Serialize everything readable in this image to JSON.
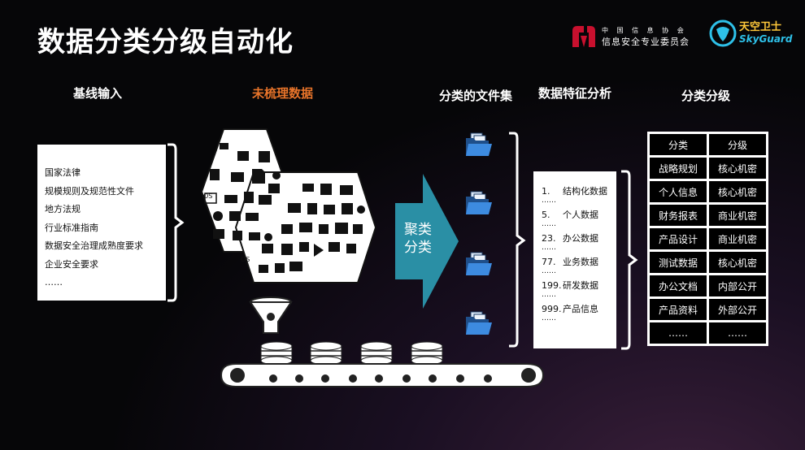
{
  "title": "数据分类分级自动化",
  "logos": {
    "org_line1": "中 国 信 息 协 会",
    "org_line2": "信息安全专业委员会",
    "brand_cn": "天空卫士",
    "brand_en": "SkyGuard"
  },
  "headers": {
    "baseline": "基线输入",
    "unsorted": "未梳理数据",
    "file_sets": "分类的文件集",
    "feature": "数据特征分析",
    "grading": "分类分级"
  },
  "baseline_items": [
    "国家法律",
    "规模规则及规范性文件",
    "地方法规",
    "行业标准指南",
    "数据安全治理成熟度要求",
    "企业安全要求",
    "……"
  ],
  "cluster_label": {
    "line1": "聚类",
    "line2": "分类"
  },
  "features": [
    {
      "num": "1.",
      "name": "结构化数据"
    },
    {
      "num": "5.",
      "name": "个人数据"
    },
    {
      "num": "23.",
      "name": "办公数据"
    },
    {
      "num": "77.",
      "name": "业务数据"
    },
    {
      "num": "199.",
      "name": "研发数据"
    },
    {
      "num": "999.",
      "name": "产品信息"
    }
  ],
  "feature_ellipsis": "……",
  "table": {
    "headers": [
      "分类",
      "分级"
    ],
    "rows": [
      [
        "战略规划",
        "核心机密"
      ],
      [
        "个人信息",
        "核心机密"
      ],
      [
        "财务报表",
        "商业机密"
      ],
      [
        "产品设计",
        "商业机密"
      ],
      [
        "测试数据",
        "核心机密"
      ],
      [
        "办公文档",
        "内部公开"
      ],
      [
        "产品资料",
        "外部公开"
      ],
      [
        "……",
        "……"
      ]
    ]
  },
  "icon_os": "OS",
  "colors": {
    "accent_orange": "#e8742a",
    "arrow_teal": "#2a8fa5",
    "folder_blue": "#2f74c8"
  }
}
